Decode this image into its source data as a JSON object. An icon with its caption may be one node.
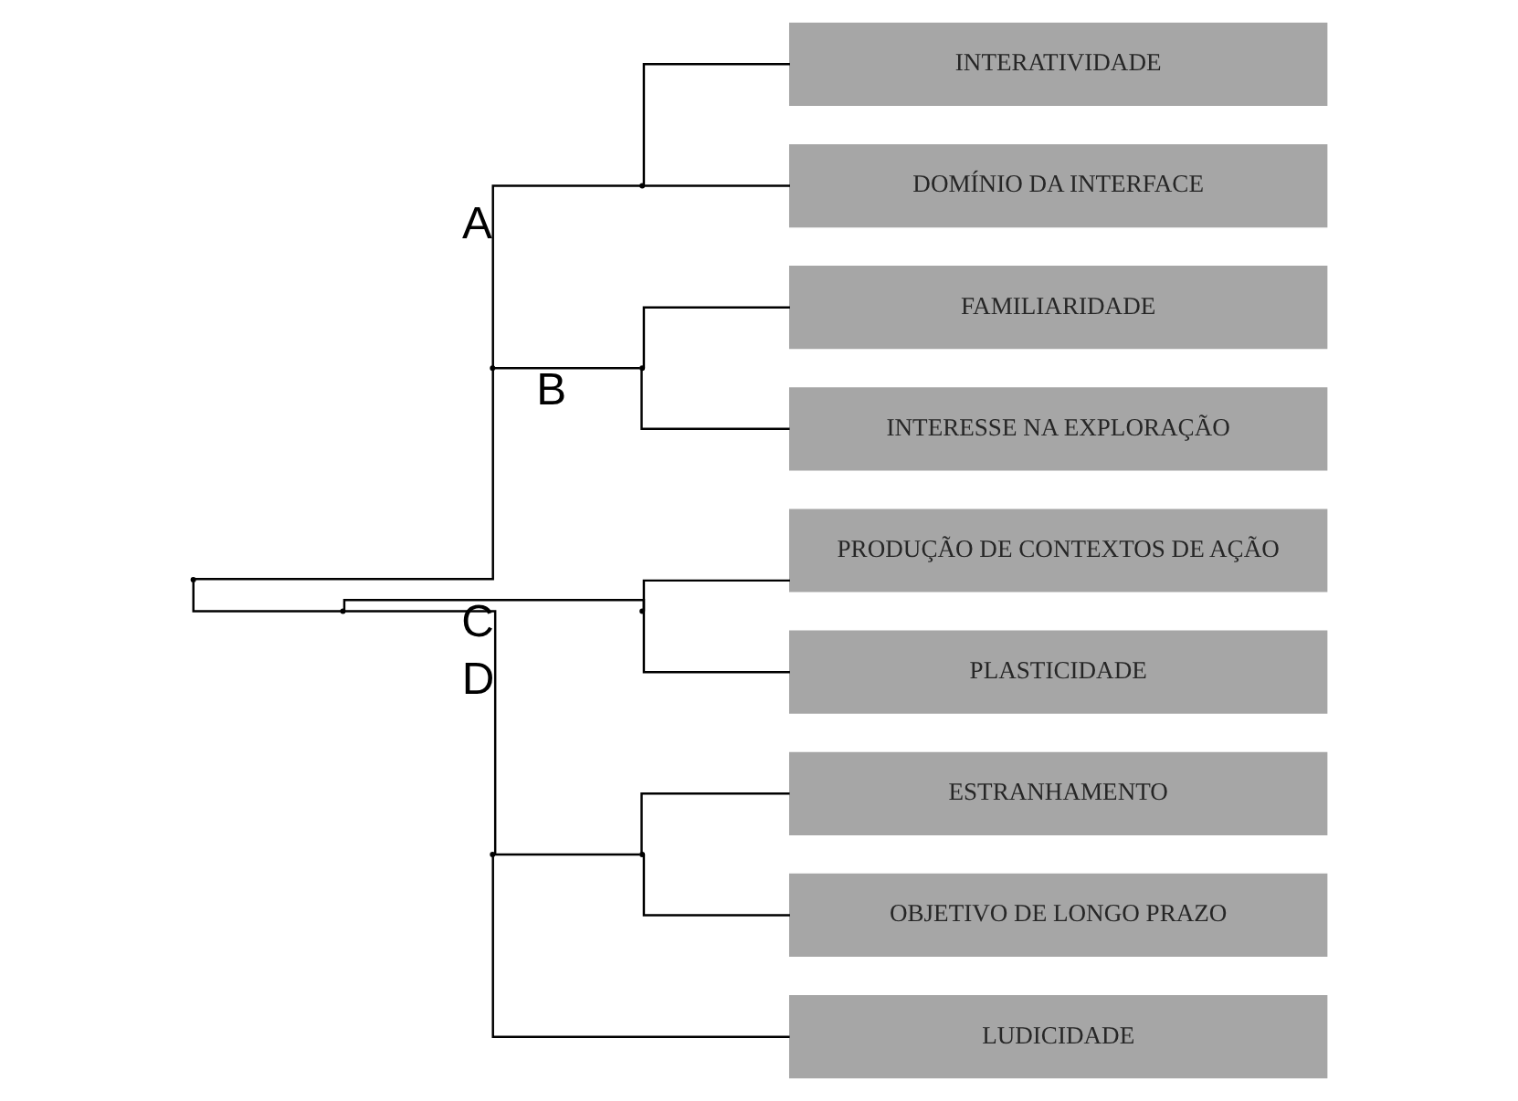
{
  "diagram": {
    "nodes": [
      {
        "text": [],
        "shape": "point"
      },
      {
        "text": [],
        "shape": "point"
      },
      {
        "text": [],
        "shape": "point"
      },
      {
        "text": [],
        "shape": "point"
      },
      {
        "text": [],
        "shape": "point"
      },
      {
        "text": [],
        "shape": "point"
      },
      {
        "text": [],
        "shape": "point"
      },
      {
        "text": [],
        "shape": "point"
      },
      {
        "text": [
          "INTERATIVIDADE"
        ]
      },
      {
        "text": [
          "DOMÍNIO DA INTERFACE"
        ]
      },
      {
        "text": [
          "FAMILIARIDADE"
        ]
      },
      {
        "text": [
          "INTERESSE NA EXPLORAÇÃO"
        ]
      },
      {
        "text": [
          "PRODUÇÃO DE CONTEXTOS DE AÇÃO"
        ]
      },
      {
        "text": [
          "PLASTICIDADE"
        ]
      },
      {
        "text": [
          "ESTRANHAMENTO"
        ]
      },
      {
        "text": [
          "OBJETIVO DE LONGO PRAZO"
        ]
      },
      {
        "text": [
          "LUDICIDADE"
        ]
      }
    ],
    "edges": [
      {
        "from": 0,
        "to": 1,
        "arrow": "none"
      },
      {
        "from": 0,
        "to": 2,
        "arrow": "none"
      },
      {
        "from": 1,
        "to": 3,
        "arrow": "none",
        "label": "A"
      },
      {
        "from": 1,
        "to": 4,
        "arrow": "none",
        "label": "B"
      },
      {
        "from": 2,
        "to": 5,
        "arrow": "none",
        "label": "C"
      },
      {
        "from": 2,
        "to": 6,
        "arrow": "none",
        "label": "D"
      },
      {
        "from": 3,
        "to": 8,
        "arrow": "none"
      },
      {
        "from": 3,
        "to": 9,
        "arrow": "none"
      },
      {
        "from": 4,
        "to": 10,
        "arrow": "none"
      },
      {
        "from": 4,
        "to": 11,
        "arrow": "none"
      },
      {
        "from": 5,
        "to": 12,
        "arrow": "none"
      },
      {
        "from": 5,
        "to": 13,
        "arrow": "none"
      },
      {
        "from": 6,
        "to": 7,
        "arrow": "none"
      },
      {
        "from": 6,
        "to": 16,
        "arrow": "none"
      },
      {
        "from": 7,
        "to": 14,
        "arrow": "none"
      },
      {
        "from": 7,
        "to": 15,
        "arrow": "none"
      }
    ]
  }
}
